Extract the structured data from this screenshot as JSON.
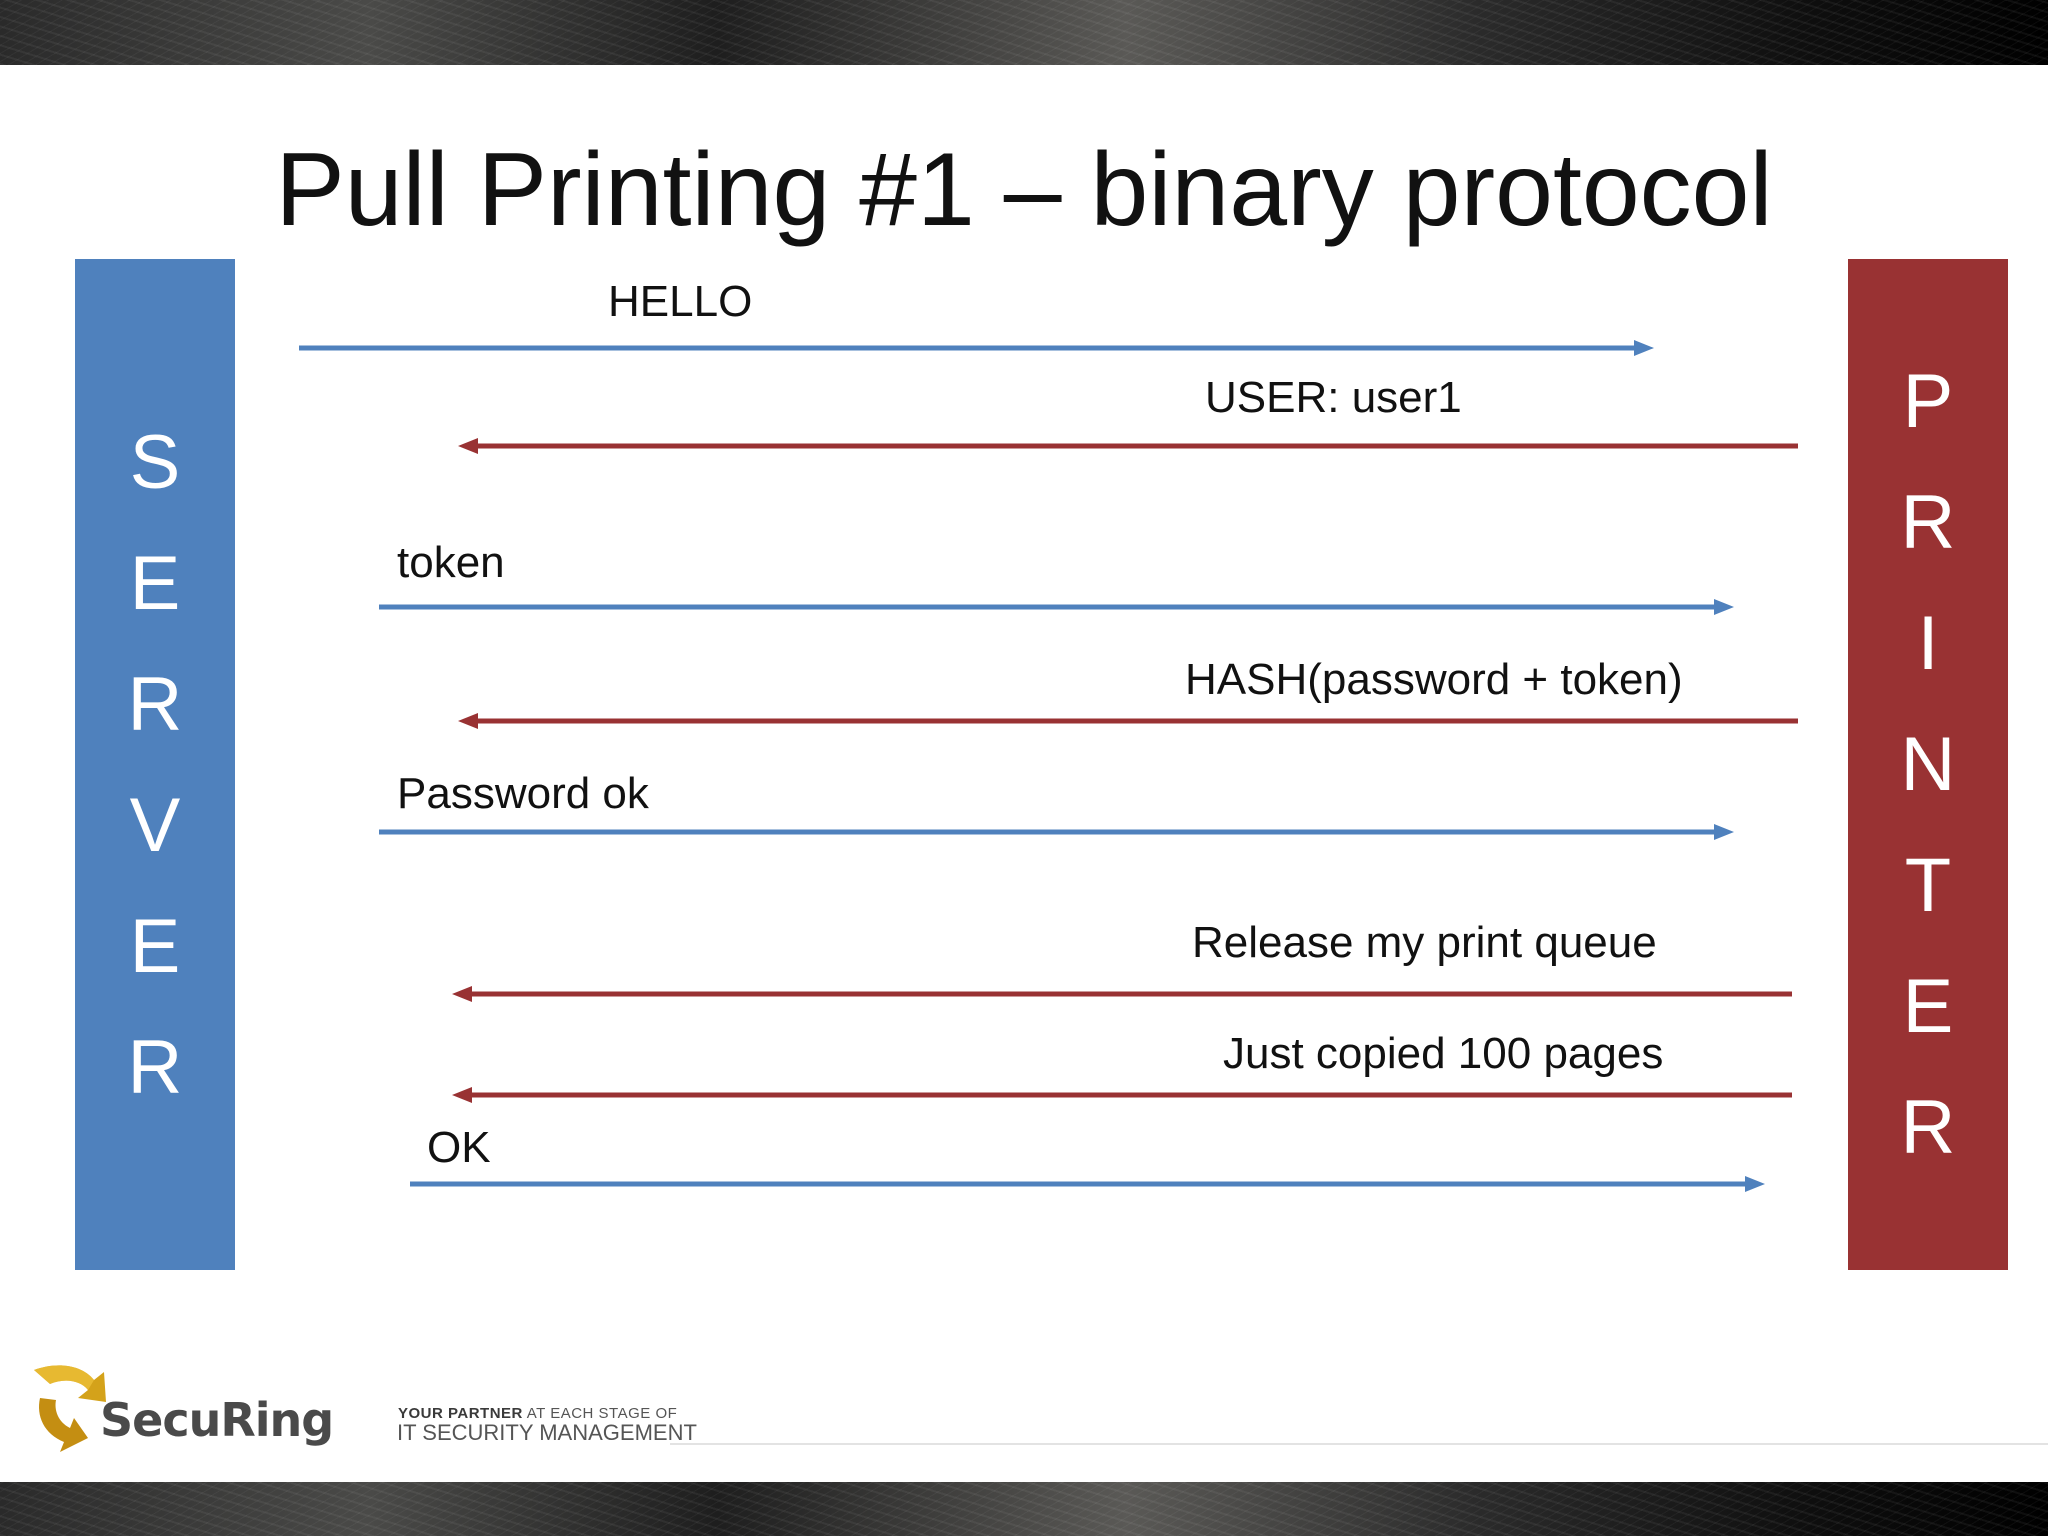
{
  "title": "Pull Printing #1 – binary protocol",
  "server": {
    "letters": [
      "S",
      "E",
      "R",
      "V",
      "E",
      "R"
    ],
    "color": "#4f81bd"
  },
  "printer": {
    "letters": [
      "P",
      "R",
      "I",
      "N",
      "T",
      "E",
      "R"
    ],
    "color": "#993233"
  },
  "messages": [
    {
      "label": "HELLO",
      "direction": "server-to-printer"
    },
    {
      "label": "USER: user1",
      "direction": "printer-to-server"
    },
    {
      "label": "token",
      "direction": "server-to-printer"
    },
    {
      "label": "HASH(password + token)",
      "direction": "printer-to-server"
    },
    {
      "label": "Password ok",
      "direction": "server-to-printer"
    },
    {
      "label": "Release my print queue",
      "direction": "printer-to-server"
    },
    {
      "label": "Just copied 100 pages",
      "direction": "printer-to-server"
    },
    {
      "label": "OK",
      "direction": "server-to-printer"
    }
  ],
  "arrow_colors": {
    "server-to-printer": "#4f81bd",
    "printer-to-server": "#993233"
  },
  "footer": {
    "logo_text": "SecuRing",
    "tagline_bold": "YOUR PARTNER",
    "tagline_rest": "AT EACH STAGE OF",
    "tagline_line2": "IT SECURITY MANAGEMENT"
  }
}
